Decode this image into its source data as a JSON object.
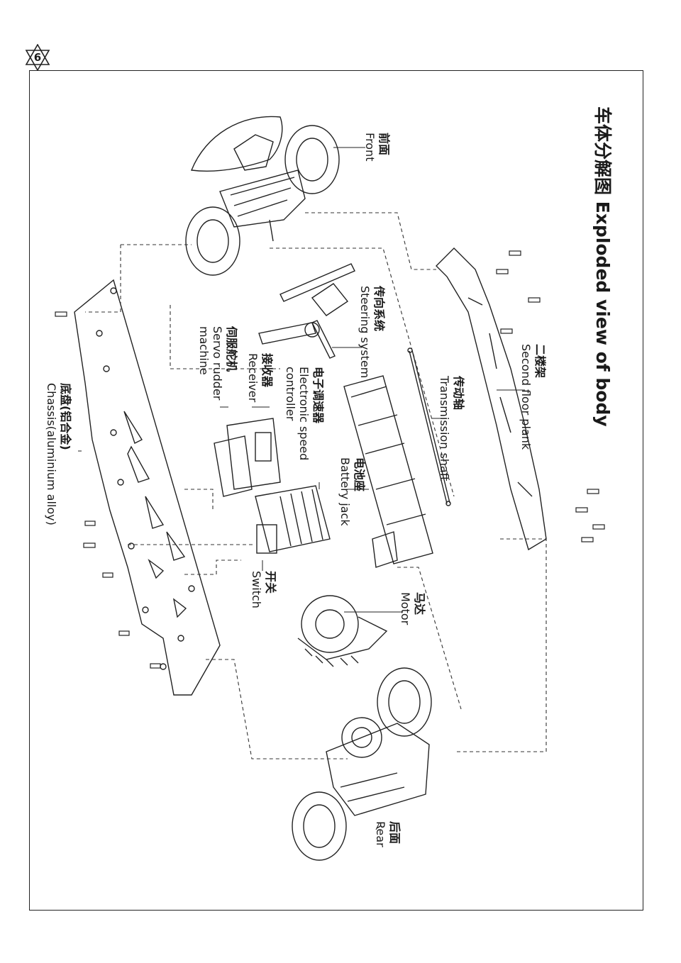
{
  "page": {
    "number": "6"
  },
  "title": "车体分解图 Exploded view of body",
  "parts": [
    {
      "id": "front",
      "cn": "前面",
      "en": "Front"
    },
    {
      "id": "second-floor-plank",
      "cn": "二楼架",
      "en": "Second floor plank"
    },
    {
      "id": "transmission-shaft",
      "cn": "传动轴",
      "en": "Transmission shaft"
    },
    {
      "id": "steering-system",
      "cn": "传向系统",
      "en": "Steering system"
    },
    {
      "id": "esc",
      "cn": "电子调速器",
      "en": "Electronic speed controller"
    },
    {
      "id": "battery-jack",
      "cn": "电池座",
      "en": "Battery jack"
    },
    {
      "id": "receiver",
      "cn": "接收器",
      "en": "Receiver"
    },
    {
      "id": "servo",
      "cn": "伺服舵机",
      "en": "Servo rudder machine"
    },
    {
      "id": "chassis",
      "cn": "底盘(铝合金)",
      "en": "Chassis(aluminium alloy)"
    },
    {
      "id": "switch",
      "cn": "开关",
      "en": "Switch"
    },
    {
      "id": "motor",
      "cn": "马达",
      "en": "Motor"
    },
    {
      "id": "rear",
      "cn": "后面",
      "en": "Rear"
    }
  ]
}
